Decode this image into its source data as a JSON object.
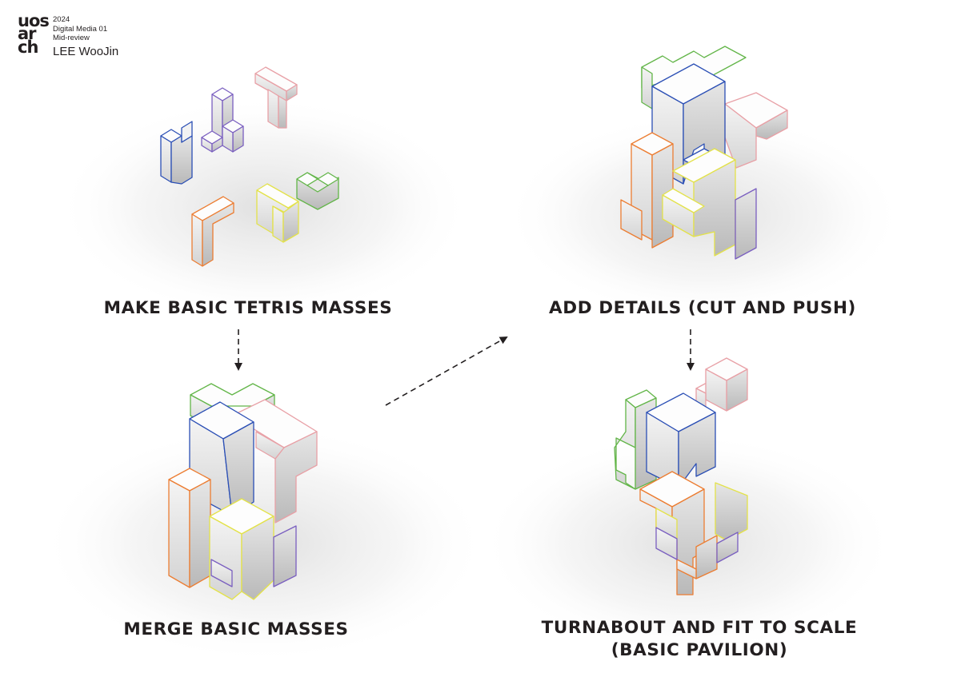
{
  "header": {
    "logo_lines": [
      "uos",
      "ar",
      "ch"
    ],
    "year": "2024",
    "course": "Digital Media 01",
    "review": "Mid-review",
    "author": "LEE WooJin"
  },
  "steps": [
    {
      "label": "MAKE BASIC TETRIS MASSES"
    },
    {
      "label": "ADD DETAILS (CUT AND PUSH)"
    },
    {
      "label": "MERGE BASIC MASSES"
    },
    {
      "label_line1": "TURNABOUT AND FIT TO SCALE",
      "label_line2": "(BASIC PAVILION)"
    }
  ],
  "colors": {
    "text": "#231f20",
    "blue": "#2b4fb5",
    "purple": "#7a5fc0",
    "pink": "#e8a0a6",
    "orange": "#ec7d32",
    "yellow": "#e3e24a",
    "green": "#62b548"
  }
}
